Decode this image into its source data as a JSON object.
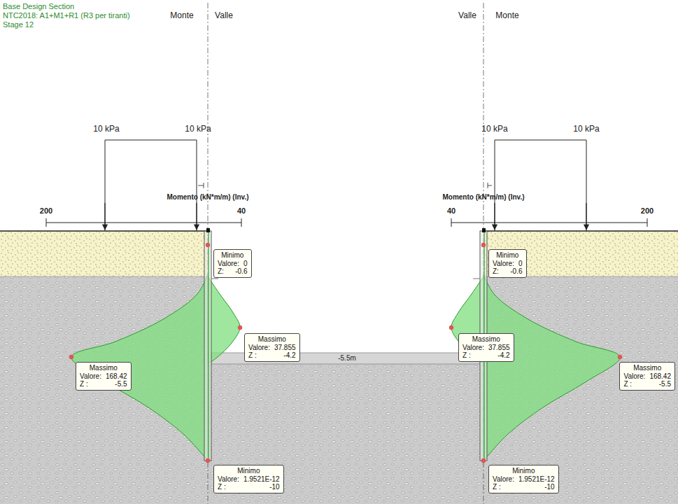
{
  "diagram": {
    "nodes": [
      {
        "text": [
          "Minimo",
          "Valore:",
          "0",
          "Z:",
          "-0.6"
        ]
      },
      {
        "text": [
          "Minimo",
          "Valore:",
          "0",
          "Z:",
          "-0.6"
        ]
      },
      {
        "text": [
          "Massimo",
          "Valore:",
          "37.855",
          "Z :",
          "-4.2"
        ]
      },
      {
        "text": [
          "Massimo",
          "Valore:",
          "37.855",
          "Z :",
          "-4.2"
        ]
      },
      {
        "text": [
          "Massimo",
          "Valore:",
          "168.42",
          "Z :",
          "-5.5"
        ]
      },
      {
        "text": [
          "Massimo",
          "Valore:",
          "168.42",
          "Z :",
          "-5.5"
        ]
      },
      {
        "text": [
          "Minimo",
          "Valore:",
          "1.9521E-12",
          "Z :",
          "-10"
        ]
      },
      {
        "text": [
          "Minimo",
          "Valore:",
          "1.9521E-12",
          "Z :",
          "-10"
        ]
      }
    ],
    "labels": [
      "Base Design Section",
      "NTC2018: A1+M1+R1 (R3 per tiranti)",
      "Stage 12",
      "Monte",
      "Valle",
      "Valle",
      "Monte",
      "10 kPa",
      "10 kPa",
      "10 kPa",
      "10 kPa",
      "Momento (kN*m/m) (Inv.)",
      "Momento (kN*m/m) (Inv.)",
      "200",
      "40",
      "40",
      "200",
      "-5.5m"
    ]
  }
}
